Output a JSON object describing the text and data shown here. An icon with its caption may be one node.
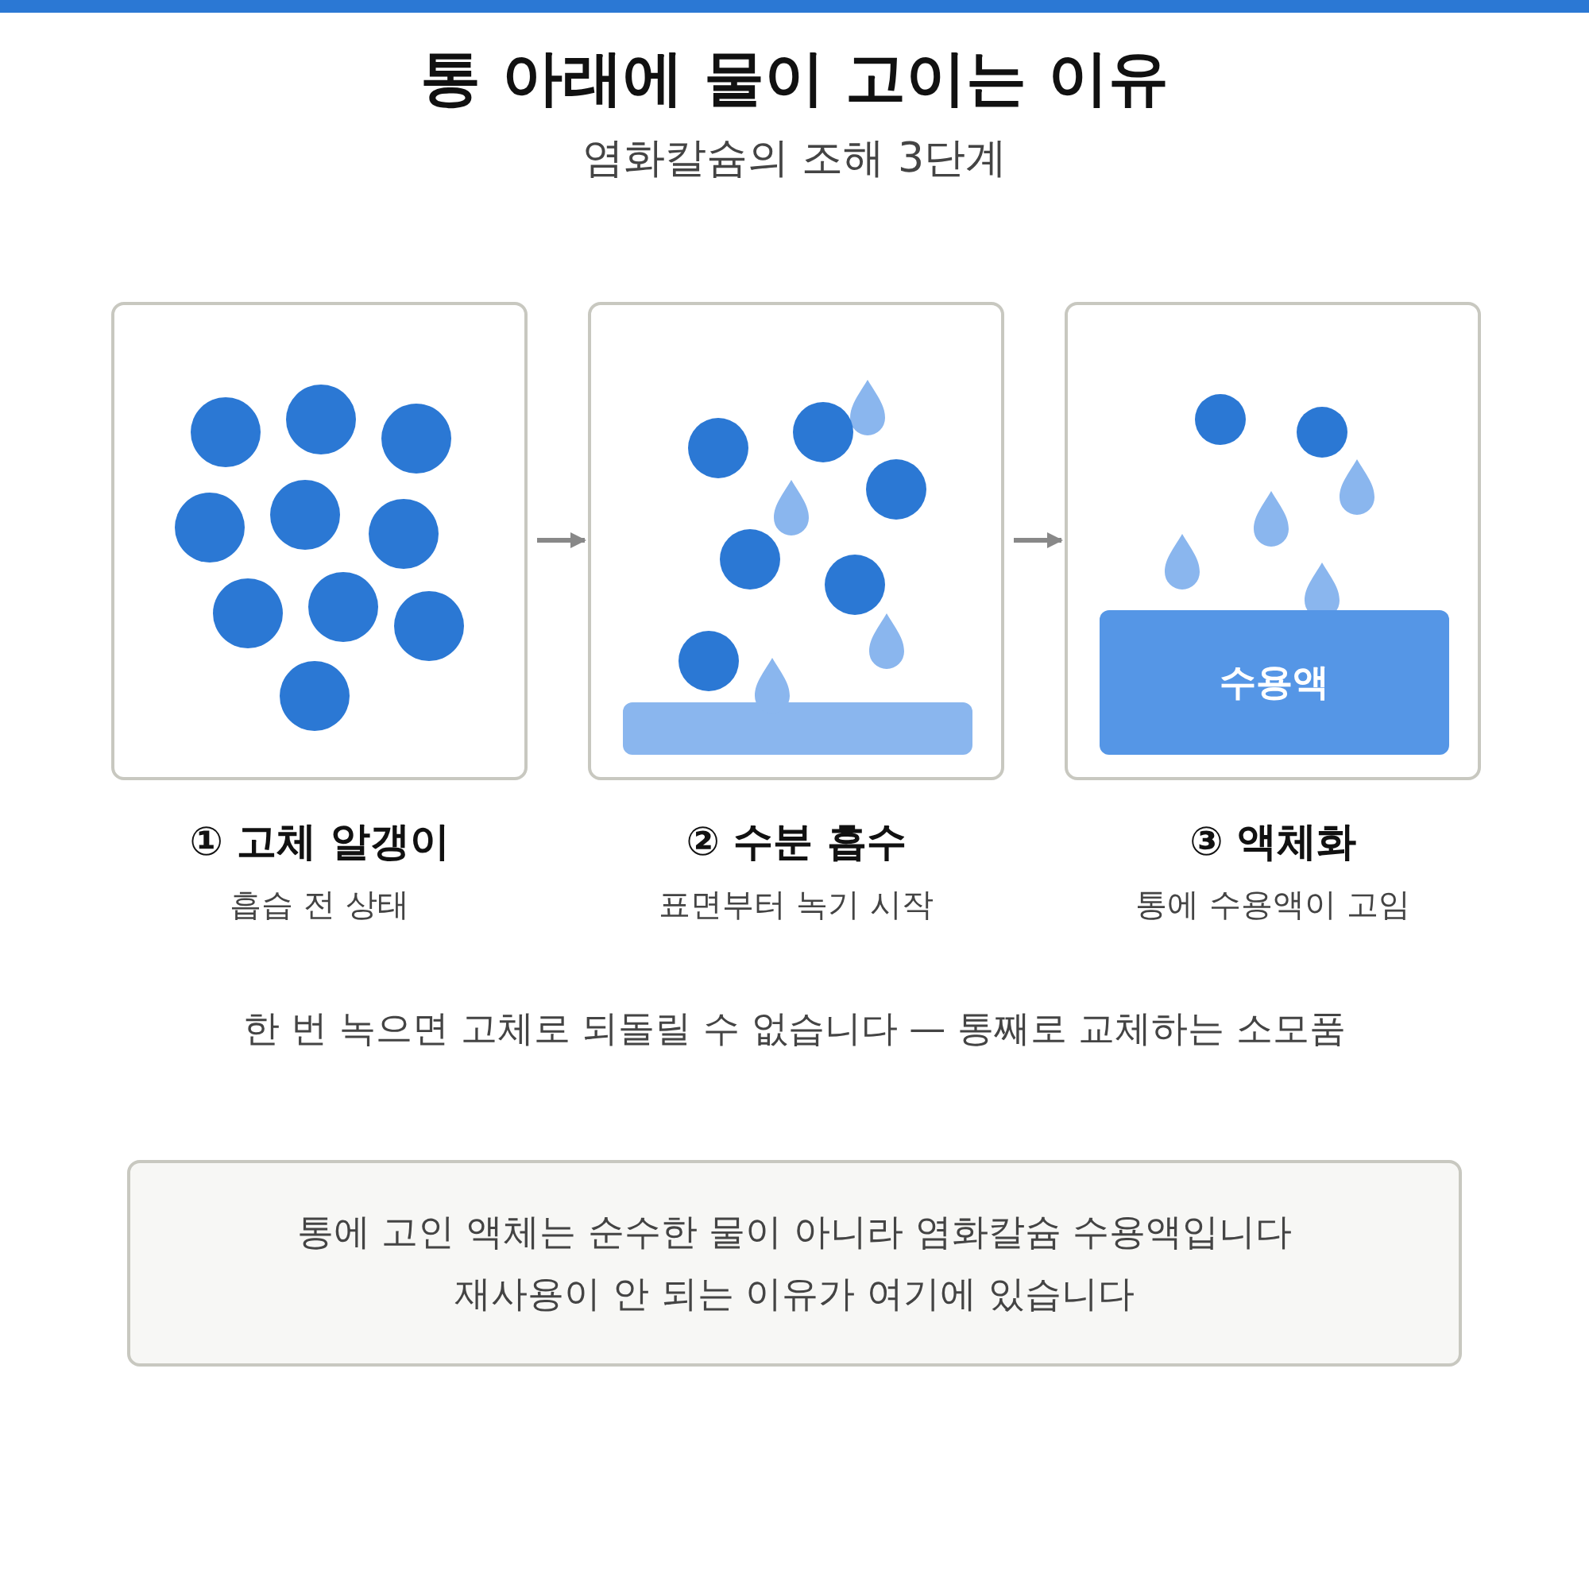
{
  "diagram": {
    "title": "통 아래에 물이 고이는 이유",
    "caption": "염화칼슘의 조해 3단계",
    "nodes": [
      {
        "text": [
          "① 고체 알갱이",
          "흡습 전 상태"
        ]
      },
      {
        "text": [
          "② 수분 흡수",
          "표면부터 녹기 시작"
        ]
      },
      {
        "text": [
          "③ 액체화",
          "통에 수용액이 고임"
        ]
      },
      {
        "text": [
          "수용액"
        ],
        "in": 2
      },
      {
        "text": [
          "통에 고인 액체는 순수한 물이 아니라 염화칼슘 수용액입니다",
          "재사용이 안 되는 이유가 여기에 있습니다"
        ]
      }
    ],
    "edges": [
      {
        "from": 0,
        "to": 1,
        "arrow": "to"
      },
      {
        "from": 1,
        "to": 2,
        "arrow": "to"
      }
    ],
    "labels": [
      "한 번 녹으면 고체로 되돌릴 수 없습니다 — 통째로 교체하는 소모품"
    ]
  }
}
